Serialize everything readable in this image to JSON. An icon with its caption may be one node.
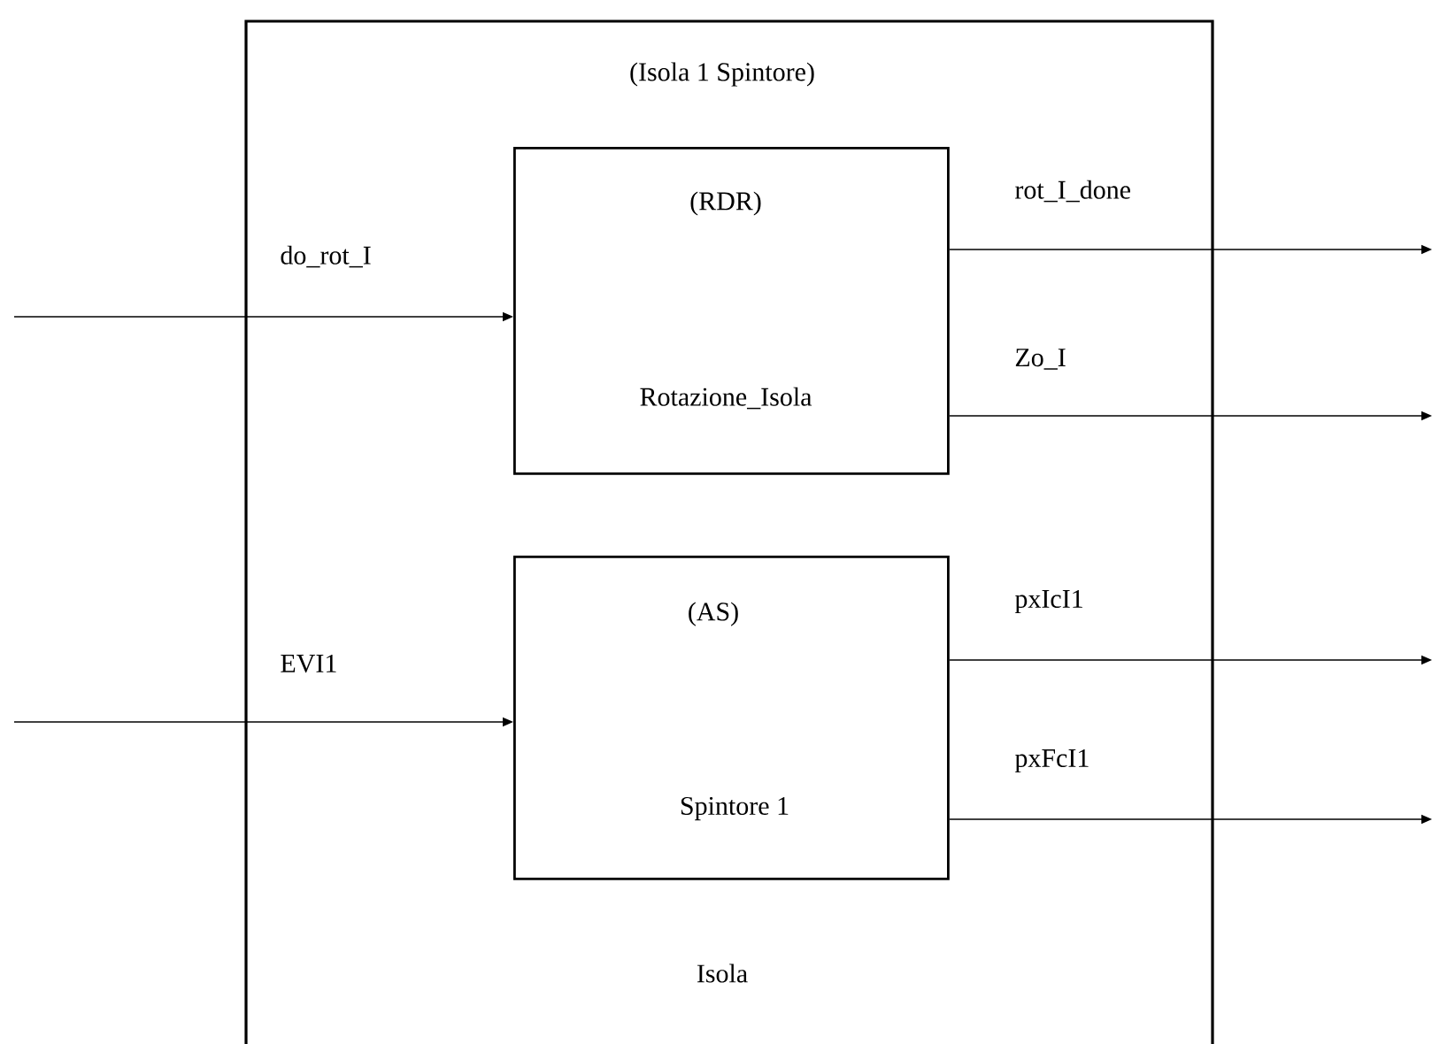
{
  "diagram": {
    "nodes": [
      {
        "text": [
          "(Isola 1 Spintore)",
          "Isola"
        ]
      },
      {
        "text": [
          "(RDR)",
          "Rotazione_Isola"
        ],
        "in": 0
      },
      {
        "text": [
          "(AS)",
          "Spintore 1"
        ],
        "in": 0
      }
    ],
    "edges": [
      {
        "from": null,
        "to": 1,
        "arrow": "to",
        "label": "do_rot_I"
      },
      {
        "from": 1,
        "to": null,
        "arrow": "to",
        "label": "rot_I_done"
      },
      {
        "from": 1,
        "to": null,
        "arrow": "to",
        "label": "Zo_I"
      },
      {
        "from": null,
        "to": 2,
        "arrow": "to",
        "label": "EVI1"
      },
      {
        "from": 2,
        "to": null,
        "arrow": "to",
        "label": "pxIcI1"
      },
      {
        "from": 2,
        "to": null,
        "arrow": "to",
        "label": "pxFcI1"
      }
    ]
  }
}
